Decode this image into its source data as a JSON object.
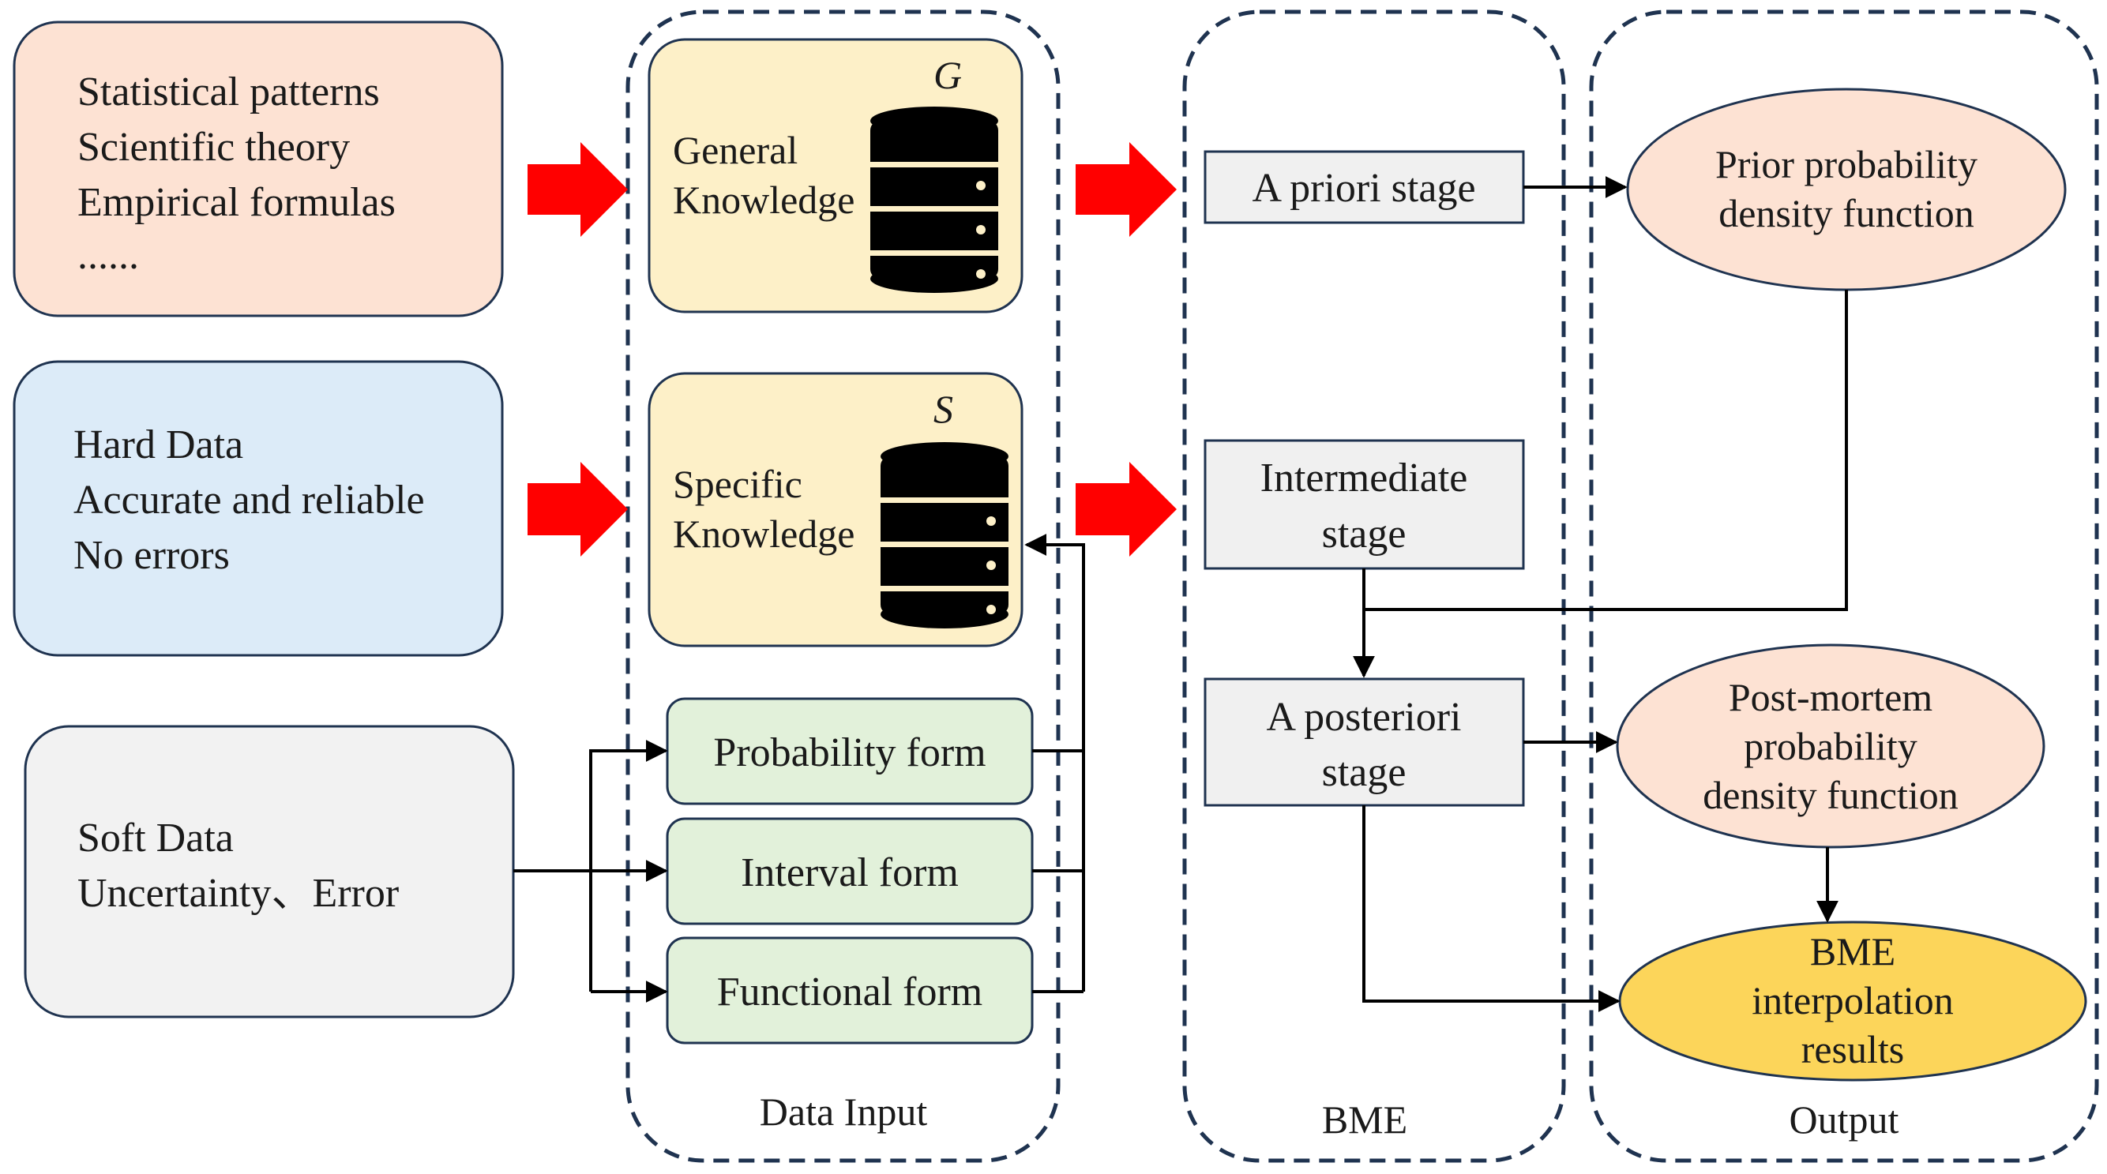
{
  "sources": {
    "general": {
      "lines": [
        "Statistical patterns",
        "Scientific theory",
        "Empirical formulas",
        "......"
      ],
      "fill": "#fde2d3"
    },
    "hard": {
      "lines": [
        "Hard Data",
        "Accurate and reliable",
        "No errors"
      ],
      "fill": "#dcebf8"
    },
    "soft": {
      "lines": [
        "Soft Data",
        "Uncertainty、Error"
      ],
      "fill": "#f2f2f2"
    }
  },
  "data_input": {
    "label": "Data Input",
    "general_knowledge": {
      "lines": [
        "General",
        "Knowledge"
      ],
      "symbol": "G",
      "icon": "database-icon"
    },
    "specific_knowledge": {
      "lines": [
        "Specific",
        "Knowledge"
      ],
      "symbol": "S",
      "icon": "database-icon"
    },
    "forms": [
      "Probability form",
      "Interval form",
      "Functional form"
    ]
  },
  "bme": {
    "label": "BME",
    "stages": [
      {
        "lines": [
          "A priori stage"
        ]
      },
      {
        "lines": [
          "Intermediate",
          "stage"
        ]
      },
      {
        "lines": [
          "A posteriori",
          "stage"
        ]
      }
    ]
  },
  "output": {
    "label": "Output",
    "prior": {
      "lines": [
        "Prior probability",
        "density function"
      ],
      "fill": "#fde2d3"
    },
    "posterior": {
      "lines": [
        "Post-mortem",
        "probability",
        "density function"
      ],
      "fill": "#fde2d3"
    },
    "result": {
      "lines": [
        "BME",
        "interpolation",
        "results"
      ],
      "fill": "#fcd55a"
    }
  },
  "colors": {
    "knowledge_fill": "#fdf0c8",
    "form_fill": "#e2f1da",
    "stage_fill": "#f0f0f0",
    "frame_stroke": "#1f3350",
    "block_arrow": "#ff0000"
  }
}
